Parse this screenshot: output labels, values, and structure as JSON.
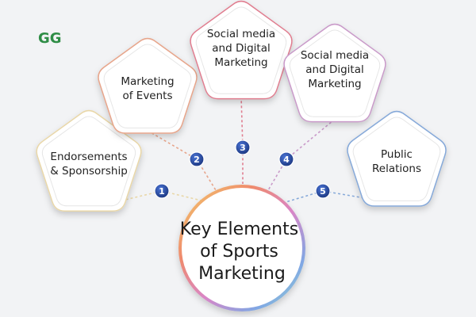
{
  "logo": {
    "text": "GG",
    "color": "#2f8d46"
  },
  "center": {
    "lines": [
      "Key Elements",
      "of Sports",
      "Marketing"
    ]
  },
  "nodes": [
    {
      "number": "1",
      "lines": [
        "Endorsements",
        "& Sponsorship"
      ],
      "connector_color": "#e9d7a8"
    },
    {
      "number": "2",
      "lines": [
        "Marketing",
        "of Events"
      ],
      "connector_color": "#e7a58b"
    },
    {
      "number": "3",
      "lines": [
        "Social media",
        "and Digital",
        "Marketing"
      ],
      "connector_color": "#e07d8f"
    },
    {
      "number": "4",
      "lines": [
        "Social media",
        "and Digital",
        "Marketing"
      ],
      "connector_color": "#c99ac9"
    },
    {
      "number": "5",
      "lines": [
        "Public",
        "Relations"
      ],
      "connector_color": "#86a9d9"
    }
  ],
  "colors": {
    "background": "#f2f3f5",
    "badge": "#1f3f8f",
    "pentagon_fill": "#ffffff"
  }
}
